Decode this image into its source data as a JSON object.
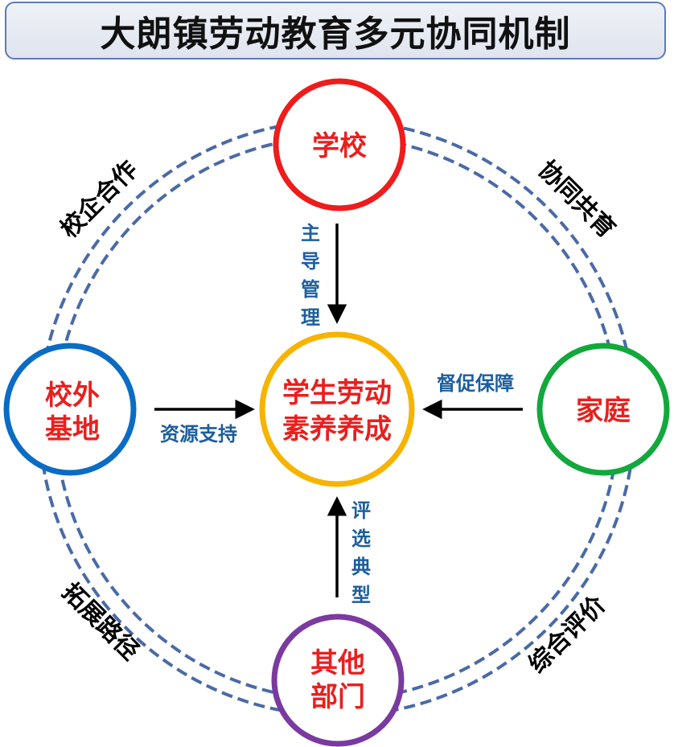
{
  "title": "大朗镇劳动教育多元协同机制",
  "nodes": {
    "school": "学校",
    "family": "家庭",
    "base_line1": "校外",
    "base_line2": "基地",
    "dept_line1": "其他",
    "dept_line2": "部门",
    "center_line1": "学生劳动",
    "center_line2": "素养养成"
  },
  "arrows": {
    "top": [
      "主",
      "导",
      "管",
      "理"
    ],
    "right": "督促保障",
    "left": "资源支持",
    "bottom": [
      "评",
      "选",
      "典",
      "型"
    ]
  },
  "ring": {
    "top_left": "校企合作",
    "top_right": "协同共育",
    "bottom_left": "拓展路径",
    "bottom_right": "综合评价"
  },
  "colors": {
    "school": "#ee1c1c",
    "family": "#12a83c",
    "base": "#0a6cc4",
    "dept": "#7a3aa0",
    "center": "#f6b400",
    "ring": "#4a6aa6"
  }
}
